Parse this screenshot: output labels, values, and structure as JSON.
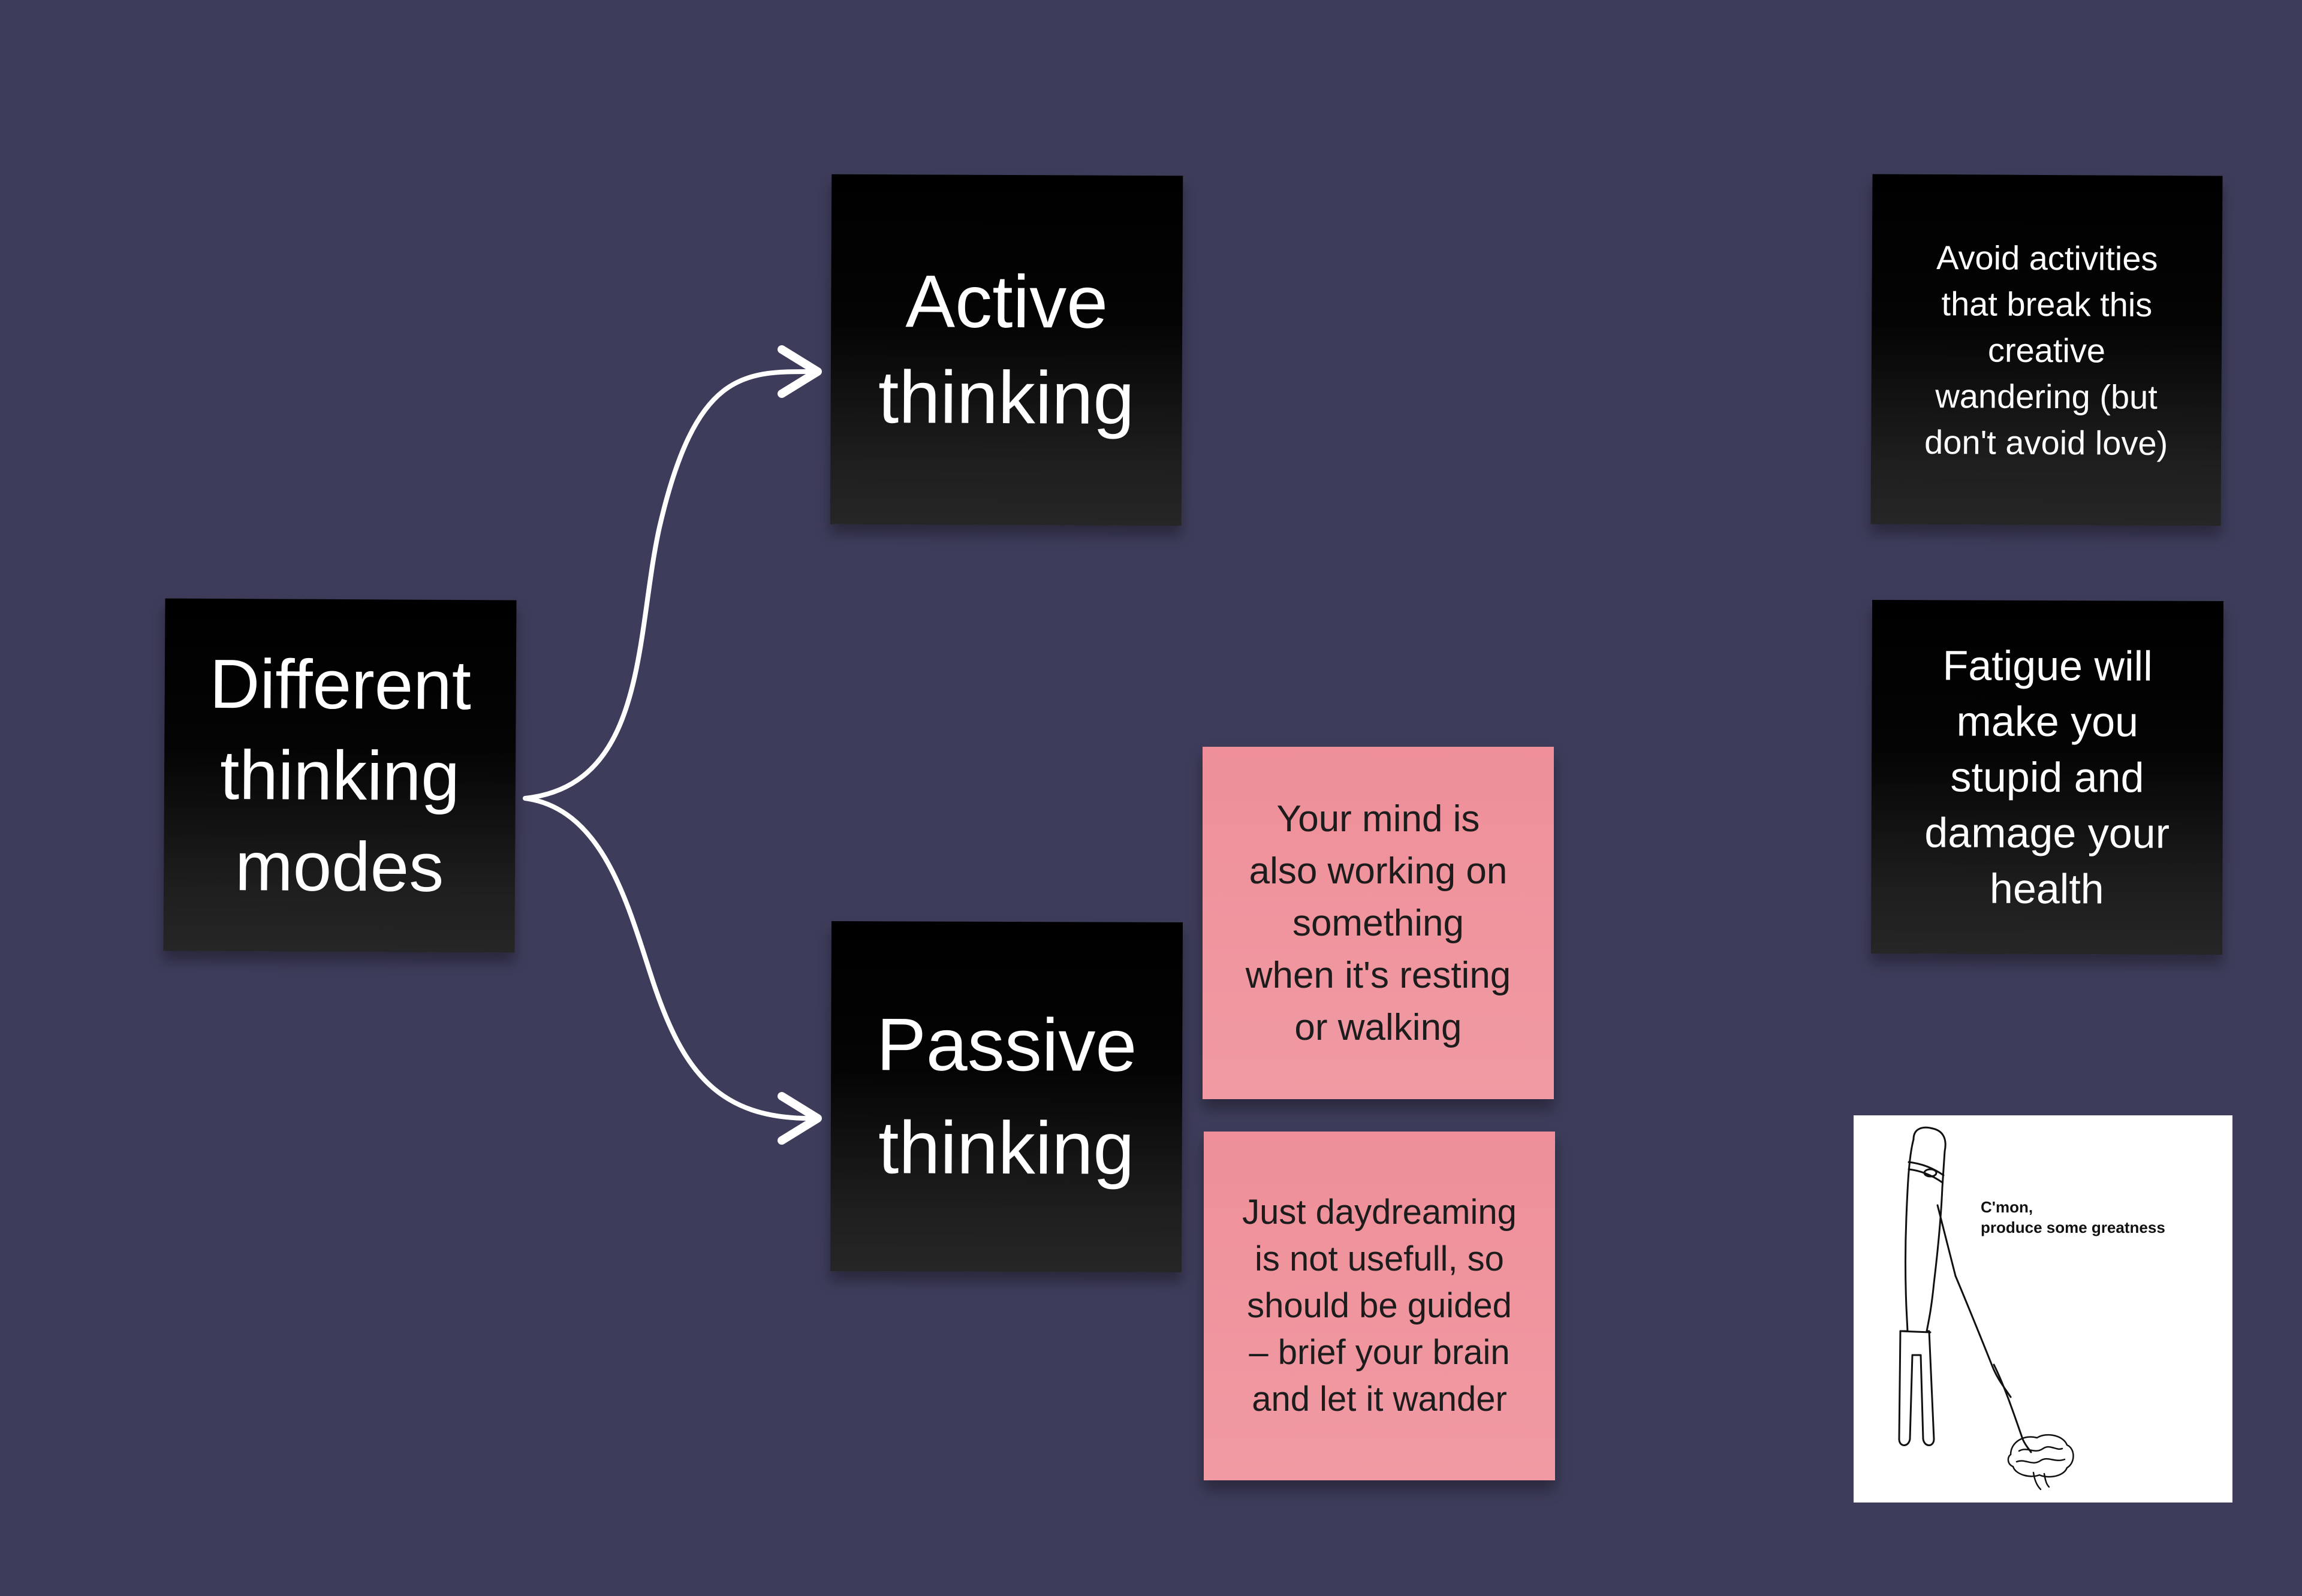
{
  "board": {
    "background": "#3d3c5a"
  },
  "notes": {
    "different_thinking_modes": "Different\nthinking\nmodes",
    "active_thinking": "Active\nthinking",
    "passive_thinking": "Passive\nthinking",
    "mind_working": "Your mind is\nalso working on\nsomething\nwhen it's resting\nor walking",
    "daydreaming": "Just daydreaming\nis not usefull, so\nshould be guided\n– brief your brain\nand let it wander",
    "avoid_activities": "Avoid activities\nthat break this\ncreative\nwandering (but\ndon't avoid love)",
    "fatigue": "Fatigue will\nmake you\nstupid and\ndamage your\nhealth"
  },
  "note_colors": {
    "black": "#000000",
    "pink": "#f19aa3"
  },
  "image": {
    "caption": "C'mon,\nproduce some greatness",
    "icons": [
      "stick-figure-icon",
      "brain-icon"
    ]
  }
}
